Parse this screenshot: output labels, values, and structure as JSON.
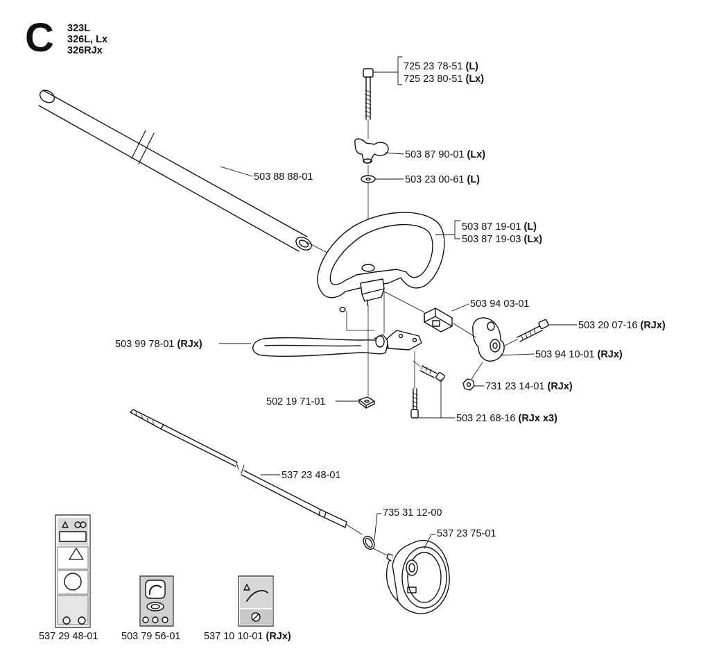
{
  "section": {
    "letter": "C",
    "models": [
      "323L",
      "326L, Lx",
      "326RJx"
    ]
  },
  "parts": {
    "bolt": {
      "lines": [
        {
          "num": "725 23 78-51",
          "note": "(L)"
        },
        {
          "num": "725 23 80-51",
          "note": "(Lx)"
        }
      ]
    },
    "wing_knob": {
      "num": "503 87 90-01",
      "note": "(Lx)"
    },
    "washer": {
      "num": "503 23 00-61",
      "note": "(L)"
    },
    "shaft_tube": {
      "num": "503 88 88-01",
      "note": ""
    },
    "loop_handle": {
      "lines": [
        {
          "num": "503 87 19-01",
          "note": "(L)"
        },
        {
          "num": "503 87 19-03",
          "note": "(Lx)"
        }
      ]
    },
    "clamp": {
      "num": "503 94 03-01",
      "note": ""
    },
    "screw_right": {
      "num": "503 20 07-16",
      "note": "(RJx)"
    },
    "bar_handle": {
      "num": "503 99 78-01",
      "note": "(RJx)"
    },
    "bracket_right": {
      "num": "503 94 10-01",
      "note": "(RJx)"
    },
    "nut": {
      "num": "731 23 14-01",
      "note": "(RJx)"
    },
    "square_nut": {
      "num": "502 19 71-01",
      "note": ""
    },
    "screws_x3": {
      "num": "503 21 68-16",
      "note": "(RJx x3)"
    },
    "drive_shaft": {
      "num": "537 23 48-01",
      "note": ""
    },
    "o_ring": {
      "num": "735 31 12-00",
      "note": ""
    },
    "clutch_drum": {
      "num": "537 23 75-01",
      "note": ""
    },
    "decal_large": {
      "num": "537 29 48-01",
      "note": ""
    },
    "decal_medium": {
      "num": "503 79 56-01",
      "note": ""
    },
    "decal_small": {
      "num": "537 10 10-01",
      "note": "(RJx)"
    }
  }
}
